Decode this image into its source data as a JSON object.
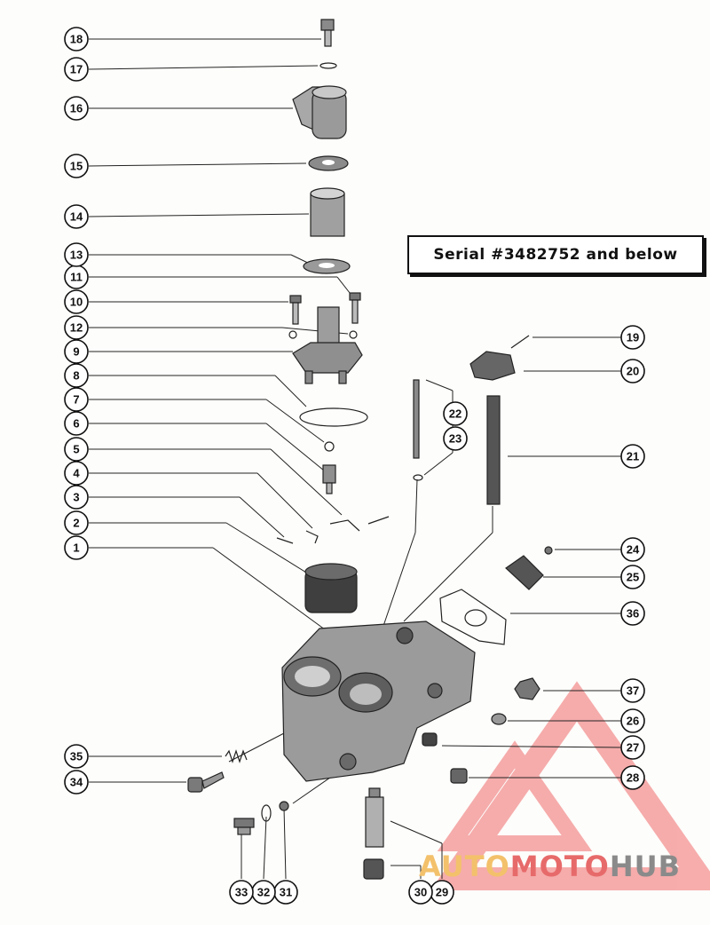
{
  "serial_note": "Serial #3482752 and below",
  "callouts": [
    "1",
    "2",
    "3",
    "4",
    "5",
    "6",
    "7",
    "8",
    "9",
    "10",
    "11",
    "12",
    "13",
    "14",
    "15",
    "16",
    "17",
    "18",
    "19",
    "20",
    "21",
    "22",
    "23",
    "24",
    "25",
    "26",
    "27",
    "28",
    "29",
    "30",
    "31",
    "32",
    "33",
    "34",
    "35",
    "36",
    "37"
  ],
  "watermark": {
    "part_1": "AUTO",
    "part_2": "MOTO",
    "part_3": "HUB",
    "colors": {
      "auto": "#f3c16b",
      "moto": "#e76a6a",
      "hub": "#8a8a8a",
      "logo": "#f06b6b"
    }
  }
}
